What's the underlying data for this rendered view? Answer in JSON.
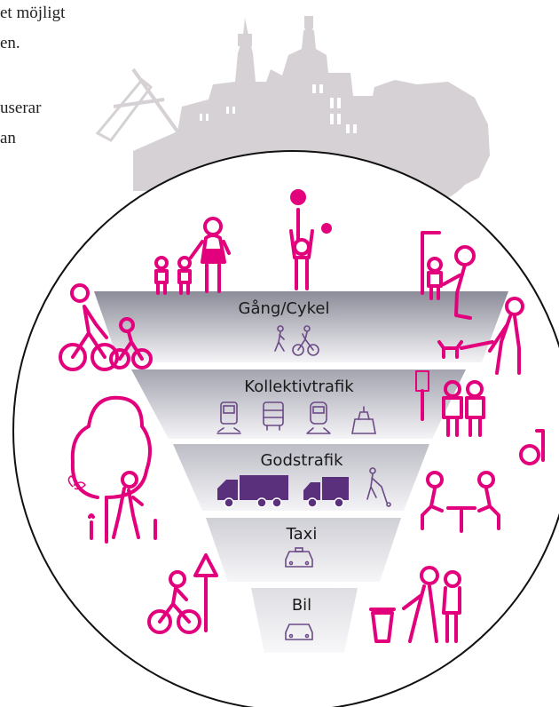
{
  "intro_text": {
    "line1": "et möjligt",
    "line2": "en.",
    "line3": "userar",
    "line4": "an"
  },
  "pyramid": {
    "tiers": [
      {
        "label": "Gång/Cykel",
        "icons": [
          "pedestrian-icon",
          "cyclist-icon"
        ]
      },
      {
        "label": "Kollektivtrafik",
        "icons": [
          "tram-icon",
          "bus-icon",
          "train-icon",
          "ferry-icon"
        ]
      },
      {
        "label": "Godstrafik",
        "icons": [
          "truck-icon",
          "van-icon",
          "hand-truck-icon"
        ]
      },
      {
        "label": "Taxi",
        "icons": [
          "taxi-icon"
        ]
      },
      {
        "label": "Bil",
        "icons": [
          "car-icon"
        ]
      }
    ]
  },
  "colors": {
    "accent": "#e3007d",
    "skyline": "#d4d0d4",
    "tier_dark": "#8a8a97",
    "tier_light": "#f2f2f6",
    "vehicle": "#5a2f7c",
    "circle": "#111111"
  }
}
